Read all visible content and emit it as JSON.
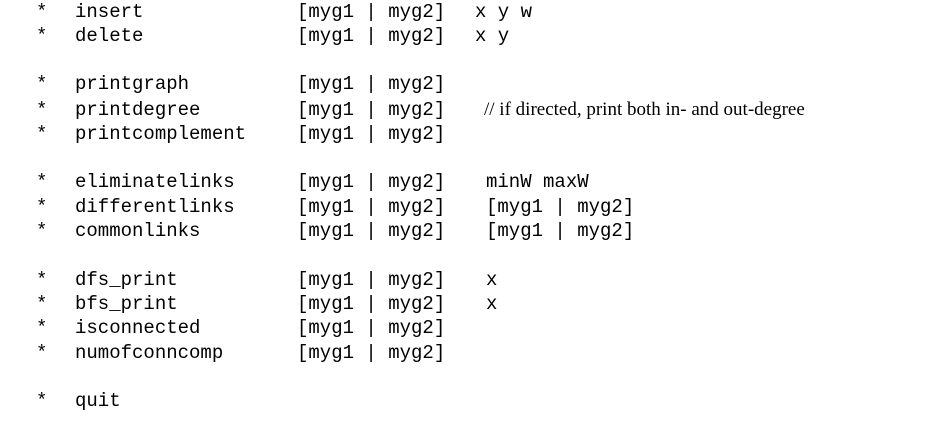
{
  "bullet": "*",
  "groups": [
    {
      "rows": [
        {
          "command": "insert",
          "args": "[myg1 | myg2]",
          "extra": "x y w"
        },
        {
          "command": "delete",
          "args": "[myg1 | myg2]",
          "extra": "x y"
        }
      ]
    },
    {
      "rows": [
        {
          "command": "printgraph",
          "args": "[myg1 | myg2]"
        },
        {
          "command": "printdegree",
          "args": "[myg1 | myg2]",
          "comment": "// if directed, print both in- and out-degree"
        },
        {
          "command": "printcomplement",
          "args": "[myg1 | myg2]"
        }
      ]
    },
    {
      "rows": [
        {
          "command": "eliminatelinks",
          "args": "[myg1 | myg2]",
          "extra": "minW maxW"
        },
        {
          "command": "differentlinks",
          "args": "[myg1 | myg2]",
          "extra": "[myg1 | myg2]"
        },
        {
          "command": "commonlinks",
          "args": "[myg1 | myg2]",
          "extra": "[myg1 | myg2]"
        }
      ]
    },
    {
      "rows": [
        {
          "command": "dfs_print",
          "args": "[myg1 | myg2]",
          "extra": "x"
        },
        {
          "command": "bfs_print",
          "args": "[myg1 | myg2]",
          "extra": "x"
        },
        {
          "command": "isconnected",
          "args": "[myg1 | myg2]"
        },
        {
          "command": "numofconncomp",
          "args": "[myg1 | myg2]"
        }
      ]
    },
    {
      "rows": [
        {
          "command": "quit"
        }
      ]
    }
  ]
}
